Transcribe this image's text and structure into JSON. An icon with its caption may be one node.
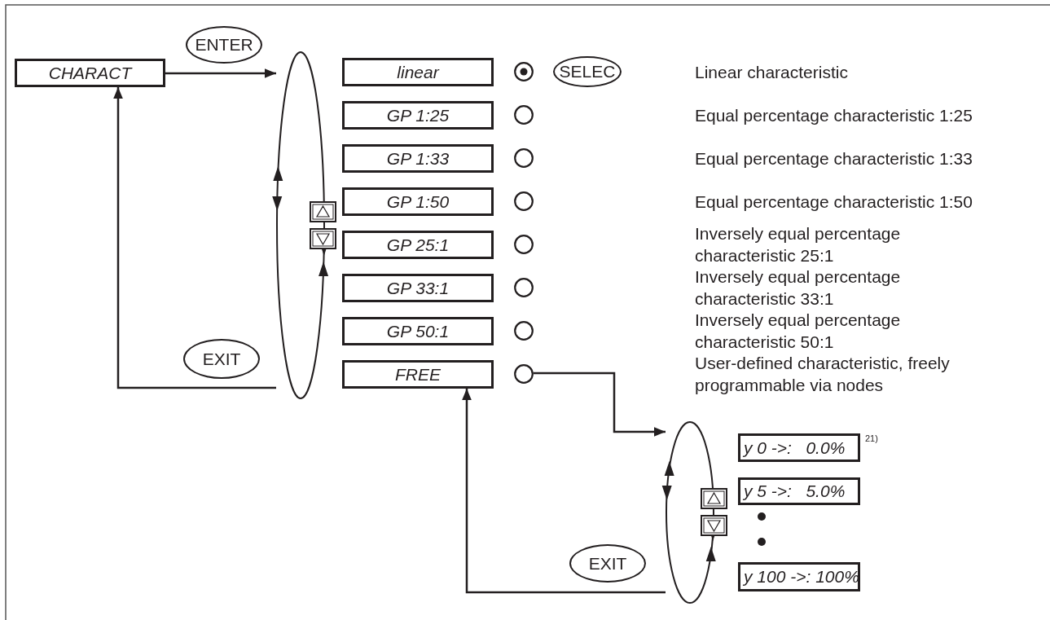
{
  "diagram": {
    "nodes": [
      {
        "text": [
          "ENTER"
        ]
      },
      {
        "text": [
          "CHARACT"
        ]
      },
      {
        "text": [],
        "shape": "ellipse"
      },
      {
        "text": [
          "linear"
        ]
      },
      {
        "text": [
          "GP 1:25"
        ]
      },
      {
        "text": [
          "GP 1:33"
        ]
      },
      {
        "text": [
          "GP 1:50"
        ]
      },
      {
        "text": [
          "GP 25:1"
        ]
      },
      {
        "text": [
          "GP 33:1"
        ]
      },
      {
        "text": [
          "GP 50:1"
        ]
      },
      {
        "text": [
          "FREE"
        ]
      },
      {
        "text": [],
        "shape": "circle"
      },
      {
        "text": [],
        "shape": "circle"
      },
      {
        "text": [],
        "shape": "circle"
      },
      {
        "text": [],
        "shape": "circle"
      },
      {
        "text": [],
        "shape": "circle"
      },
      {
        "text": [],
        "shape": "circle"
      },
      {
        "text": [],
        "shape": "circle"
      },
      {
        "text": [],
        "shape": "circle"
      },
      {
        "text": [
          "SELEC"
        ]
      },
      {
        "text": [
          "EXIT"
        ]
      },
      {
        "text": [],
        "shape": "ellipse"
      },
      {
        "text": [
          "EXIT"
        ]
      },
      {
        "text": [
          "y 0 ->:   0.0%"
        ]
      },
      {
        "text": [
          "y 5 ->:   5.0%"
        ]
      },
      {
        "text": [
          "y 100 ->: 100%"
        ]
      }
    ],
    "edges": [
      {
        "from": 1,
        "to": 2,
        "arrow": "to"
      },
      {
        "from": 2,
        "to": 1,
        "arrow": "to"
      },
      {
        "from": 18,
        "to": 21,
        "arrow": "to"
      },
      {
        "from": 21,
        "to": 10,
        "arrow": "to"
      }
    ],
    "labels": [
      "Linear characteristic",
      "Equal percentage characteristic 1:25",
      "Equal percentage characteristic 1:33",
      "Equal percentage characteristic 1:50",
      "Inversely equal percentage characteristic 25:1",
      "Inversely equal percentage characteristic 33:1",
      "Inversely equal percentage characteristic 50:1",
      "User-defined characteristic, freely programmable via nodes",
      "21)"
    ]
  }
}
